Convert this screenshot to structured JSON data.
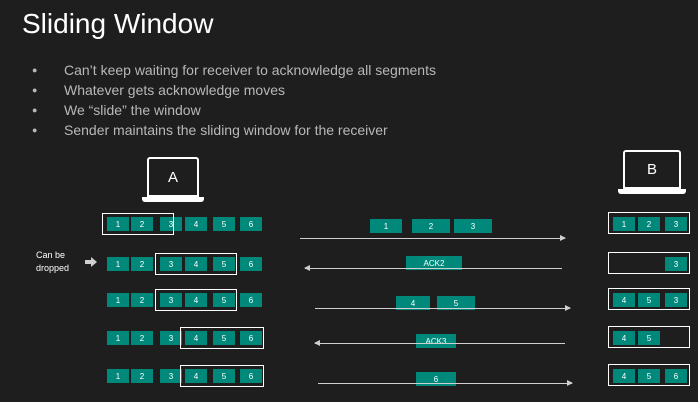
{
  "title": "Sliding Window",
  "bullets": [
    "Can’t keep waiting for receiver to acknowledge all segments",
    "Whatever gets acknowledge moves",
    "We “slide” the window",
    "Sender maintains the sliding window for the receiver"
  ],
  "hosts": {
    "a": "A",
    "b": "B"
  },
  "drop_note": {
    "line1": "Can be",
    "line2": "dropped"
  },
  "sender_rows": [
    [
      "1",
      "2",
      "3",
      "4",
      "5",
      "6"
    ],
    [
      "1",
      "2",
      "3",
      "4",
      "5",
      "6"
    ],
    [
      "1",
      "2",
      "3",
      "4",
      "5",
      "6"
    ],
    [
      "1",
      "2",
      "3",
      "4",
      "5",
      "6"
    ],
    [
      "1",
      "2",
      "3",
      "4",
      "5",
      "6"
    ]
  ],
  "messages": [
    [
      "1",
      "2",
      "3"
    ],
    [
      "ACK2"
    ],
    [
      "4",
      "5"
    ],
    [
      "ACK3"
    ],
    [
      "6"
    ]
  ],
  "receiver_rows": [
    [
      "1",
      "2",
      "3"
    ],
    [
      "3"
    ],
    [
      "4",
      "5",
      "3"
    ],
    [
      "4",
      "5"
    ],
    [
      "4",
      "5",
      "6"
    ]
  ],
  "colors": {
    "background": "#1e1e1e",
    "segment": "#00897b",
    "text_muted": "#b8b8b8"
  }
}
